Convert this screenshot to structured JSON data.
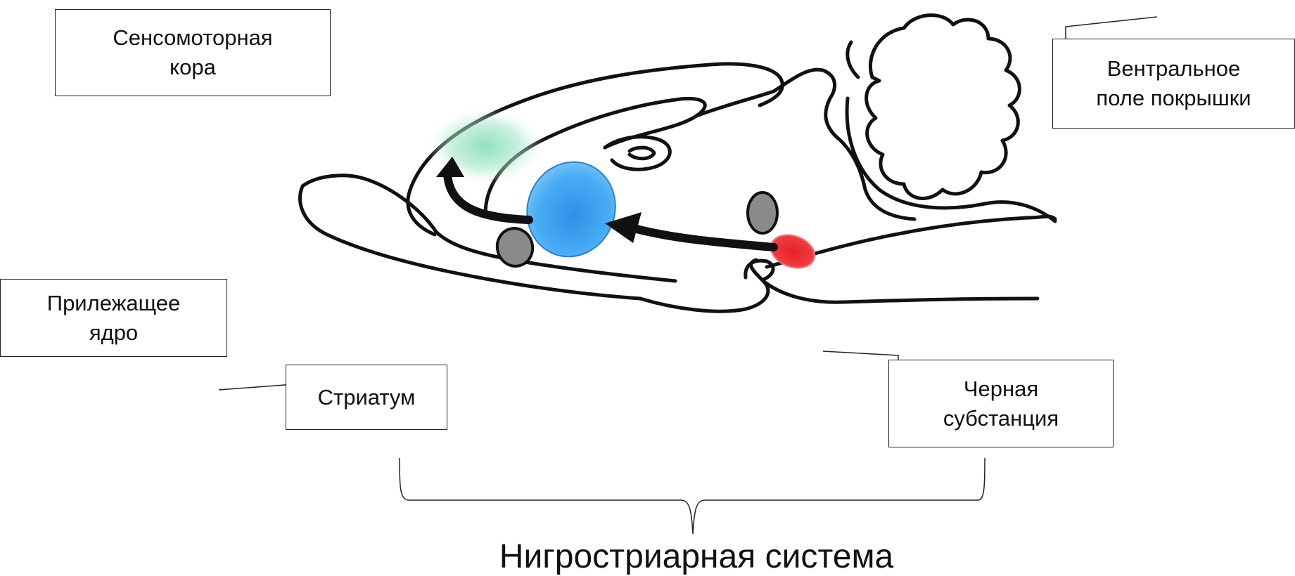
{
  "labels": {
    "sensorimotor_cortex": "Сенсомоторная\nкора",
    "vta": "Вентральное\nполе покрышки",
    "nucleus_accumbens": "Прилежащее\nядро",
    "striatum": "Стриатум",
    "substantia_nigra": "Черная\nсубстанция",
    "system": "Нигростриарная система"
  },
  "colors": {
    "outline": "#111111",
    "striatum": "#3aa2f2",
    "substantia_nigra": "#e8202a",
    "sensorimotor_cortex": "#7fdcb4",
    "gray_nuclei": "#8a8a8a"
  }
}
